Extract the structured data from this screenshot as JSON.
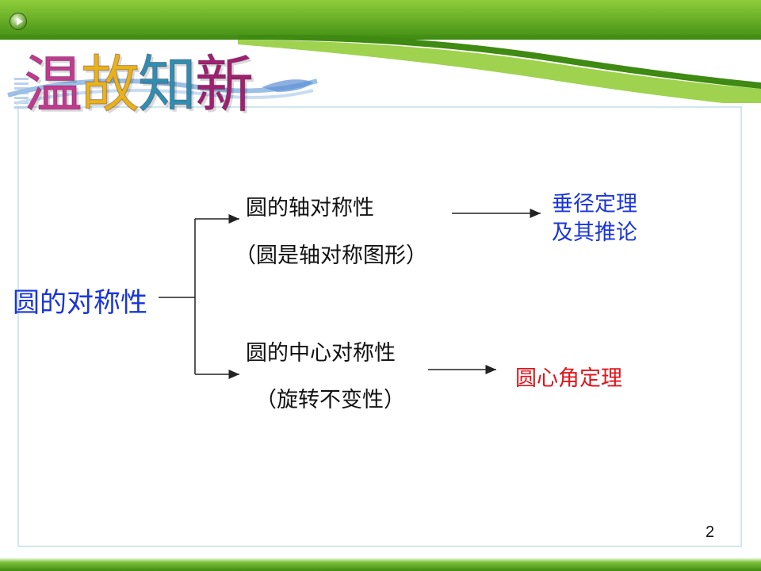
{
  "slide": {
    "title_chars": [
      "温",
      "故",
      "知",
      "新"
    ],
    "title_colors": [
      "#c03a8e",
      "#e8b21a",
      "#2f8fb0",
      "#a02070"
    ],
    "page_number": "2"
  },
  "diagram": {
    "root": "圆的对称性",
    "branches": [
      {
        "label": "圆的轴对称性",
        "note": "（圆是轴对称图形）",
        "result_lines": [
          "垂径定理",
          "及其推论"
        ],
        "result_color": "#1a35d8"
      },
      {
        "label": "圆的中心对称性",
        "note": "（旋转不变性）",
        "result_lines": [
          "圆心角定理"
        ],
        "result_color": "#e0141c"
      }
    ]
  },
  "colors": {
    "banner_green": "#5ea81f",
    "text_blue": "#1a35d8",
    "text_red": "#e0141c"
  }
}
